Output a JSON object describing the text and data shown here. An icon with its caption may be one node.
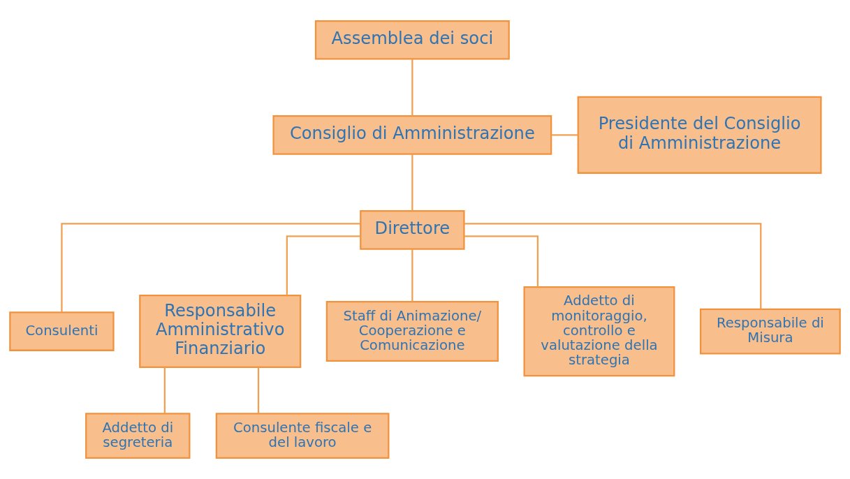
{
  "diagram": {
    "nodes": [
      {
        "text": [
          "Assemblea dei soci"
        ]
      },
      {
        "text": [
          "Presidente del Consiglio di Amministrazione"
        ]
      },
      {
        "text": [
          "Consiglio di Amministrazione"
        ]
      },
      {
        "text": [
          "Direttore"
        ]
      },
      {
        "text": [
          "Consulenti"
        ]
      },
      {
        "text": [
          "Responsabile Amministrativo Finanziario"
        ]
      },
      {
        "text": [
          "Staff di Animazione/ Cooperazione e Comunicazione"
        ]
      },
      {
        "text": [
          "Addetto di monitoraggio, controllo e valutazione della strategia"
        ]
      },
      {
        "text": [
          "Responsabile di Misura"
        ]
      },
      {
        "text": [
          "Addetto di segreteria"
        ]
      },
      {
        "text": [
          "Consulente fiscale e del lavoro"
        ]
      }
    ],
    "edges": [
      {
        "from": 0,
        "to": 2,
        "arrow": "none"
      },
      {
        "from": 1,
        "to": 2,
        "arrow": "none"
      },
      {
        "from": 2,
        "to": 3,
        "arrow": "none"
      },
      {
        "from": 3,
        "to": 4,
        "arrow": "none"
      },
      {
        "from": 3,
        "to": 5,
        "arrow": "none"
      },
      {
        "from": 3,
        "to": 6,
        "arrow": "none"
      },
      {
        "from": 3,
        "to": 7,
        "arrow": "none"
      },
      {
        "from": 3,
        "to": 8,
        "arrow": "none"
      },
      {
        "from": 5,
        "to": 9,
        "arrow": "none"
      },
      {
        "from": 5,
        "to": 10,
        "arrow": "none"
      }
    ]
  }
}
